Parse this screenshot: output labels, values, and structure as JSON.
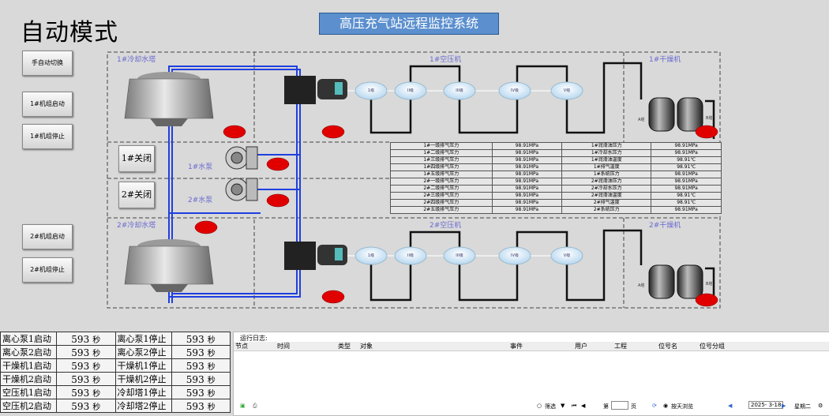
{
  "header": {
    "mode_title": "自动模式",
    "system_title": "高压充气站远程监控系统"
  },
  "sidebar": {
    "buttons": [
      {
        "label": "手自动切换"
      },
      {
        "label": "1#机组启动"
      },
      {
        "label": "1#机组停止"
      },
      {
        "label": "2#机组启动"
      },
      {
        "label": "2#机组停止"
      }
    ]
  },
  "valves": {
    "v1_label": "1#关闭",
    "v2_label": "2#关闭"
  },
  "regions": {
    "cooling_tower_1": "1#冷却水塔",
    "compressor_1": "1#空压机",
    "dryer_1": "1#干燥机",
    "water_pump_1": "1#水泵",
    "water_pump_2": "2#水泵",
    "cooling_tower_2": "2#冷却水塔",
    "compressor_2": "2#空压机",
    "dryer_2": "2#干燥机"
  },
  "stages_1": [
    "1级",
    "II级",
    "III级",
    "IV级",
    "V级"
  ],
  "stages_2": [
    "1级",
    "II级",
    "III级",
    "IV级",
    "V级"
  ],
  "dryer_tags": {
    "d1_left": "A塔",
    "d1_right": "B塔",
    "d2_left": "A塔",
    "d2_right": "B塔"
  },
  "params": {
    "rows": [
      [
        "1#一级排气压力",
        "98.91MPa",
        "1#润滑油压力",
        "98.91MPa"
      ],
      [
        "1#二级排气压力",
        "98.91MPa",
        "1#冷却水压力",
        "98.91MPa"
      ],
      [
        "1#三级排气压力",
        "98.91MPa",
        "1#润滑油温度",
        "98.91℃"
      ],
      [
        "1#四级排气压力",
        "98.91MPa",
        "1#排气温度",
        "98.91℃"
      ],
      [
        "1#五级排气压力",
        "98.91MPa",
        "1#系统压力",
        "98.91MPa"
      ],
      [
        "2#一级排气压力",
        "98.91MPa",
        "2#润滑油压力",
        "98.91MPa"
      ],
      [
        "2#二级排气压力",
        "98.91MPa",
        "2#冷却水压力",
        "98.91MPa"
      ],
      [
        "2#三级排气压力",
        "98.91MPa",
        "2#润滑油温度",
        "98.91℃"
      ],
      [
        "2#四级排气压力",
        "98.91MPa",
        "2#排气温度",
        "98.91℃"
      ],
      [
        "2#五级排气压力",
        "98.91MPa",
        "2#系统压力",
        "98.91MPa"
      ]
    ]
  },
  "timers": {
    "unit": "秒",
    "rows": [
      [
        "离心泵1启动",
        "593",
        "离心泵1停止",
        "593"
      ],
      [
        "离心泵2启动",
        "593",
        "离心泵2停止",
        "593"
      ],
      [
        "干燥机1启动",
        "593",
        "干燥机1停止",
        "593"
      ],
      [
        "干燥机2启动",
        "593",
        "干燥机2停止",
        "593"
      ],
      [
        "空压机1启动",
        "593",
        "冷却塔1停止",
        "593"
      ],
      [
        "空压机2启动",
        "593",
        "冷却塔2停止",
        "593"
      ]
    ]
  },
  "log": {
    "title": "运行日志:",
    "columns": [
      "节点",
      "时间",
      "类型",
      "对象",
      "事件",
      "用户",
      "工程",
      "位号名",
      "位号分组"
    ],
    "footer": {
      "filter_label": "筛选",
      "page_prefix": "第",
      "page_suffix": "页",
      "browse_label": "按天浏览",
      "date_value": "2025- 3-18",
      "weekday": "星期二"
    }
  },
  "colors": {
    "title_bg": "#5b8fce",
    "pipe_blue": "#1f3fe0",
    "alarm_red": "#e00000"
  }
}
